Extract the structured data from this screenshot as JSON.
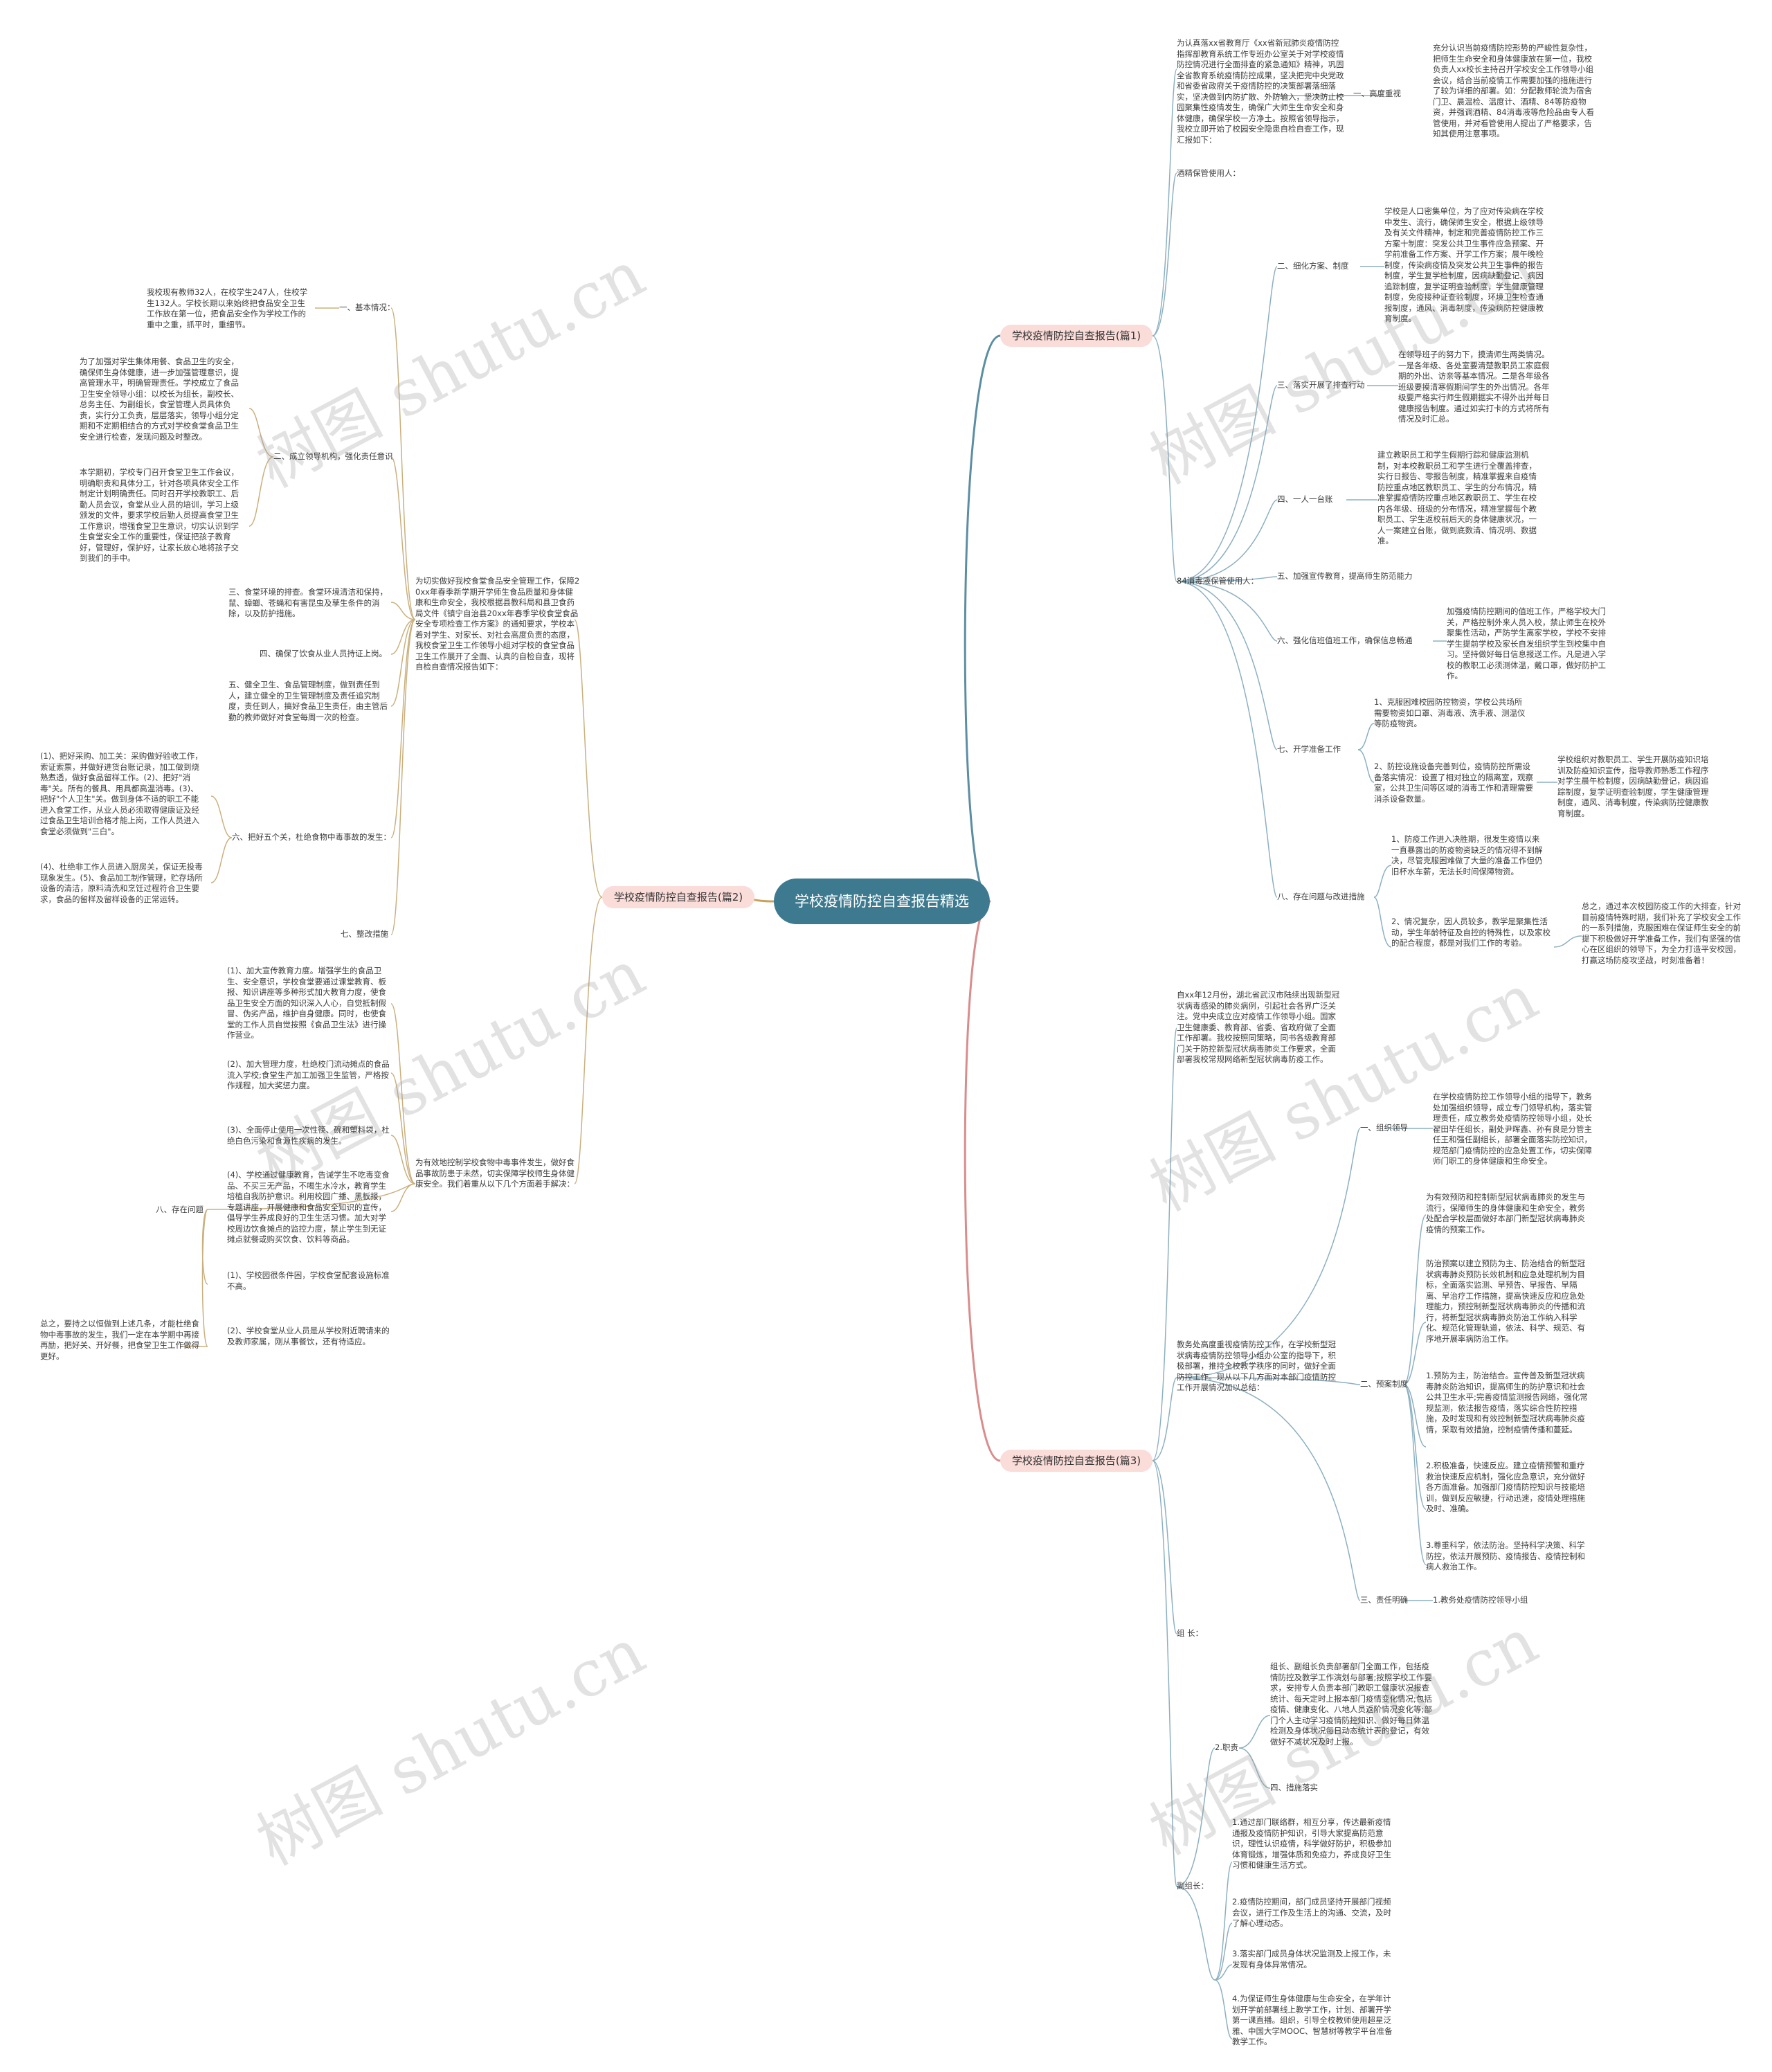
{
  "root": "学校疫情防控自查报告精选",
  "watermark": "树图 shutu.cn",
  "branches": {
    "b1": "学校疫情防控自查报告(篇1)",
    "b2": "学校疫情防控自查报告(篇2)",
    "b3": "学校疫情防控自查报告(篇3)"
  },
  "r1": {
    "intro": "为认真落xx省教育厅《xx省新冠肺炎疫情防控指挥部教育系统工作专班办公室关于对学校疫情防控情况进行全面排查的紧急通知》精神，巩固全省教育系统疫情防控成果，坚决把完中央党政和省委省政府关于疫情防控的决策部署落细落实，坚决做到内防扩散、外防输入，坚决防止校园聚集性疫情发生，确保广大师生生命安全和身体健康，确保学校一方净土。按照省领导指示，我校立即开始了校园安全隐患自检自查工作，现汇报如下：",
    "s1_label": "一、高度重视",
    "s1_text": "充分认识当前疫情防控形势的严峻性复杂性，把师生生命安全和身体健康放在第一位，我校负责人xx校长主持召开学校安全工作领导小组会议，结合当前疫情工作需要加强的措施进行了较为详细的部署。如：分配教师轮流为宿舍门卫、晨温检、温度计、酒精、84等防疫物资，并强调酒精、84消毒液等危险品由专人看管使用，并对看管使用人提出了严格要求，告知其使用注意事项。",
    "alcohol": "酒精保管使用人：",
    "s2_label": "二、细化方案、制度",
    "s2_text": "学校是人口密集单位，为了应对传染病在学校中发生、流行，确保师生安全，根据上级领导及有关文件精神，制定和完善疫情防控工作三方案十制度：突发公共卫生事件应急预案、开学前准备工作方案、开学工作方案；晨午晚检制度，传染病疫情及突发公共卫生事件的报告制度，学生复学检制度，因病缺勤登记、病因追踪制度，复学证明查验制度，学生健康管理制度，免疫接种证查验制度，环境卫生检查通报制度，通风、消毒制度，传染病防控健康教育制度。",
    "s3_label": "三、落实开展了排查行动",
    "s3_text": "在领导班子的努力下，摸清师生两类情况。一是各年级、各处室要清楚教职员工家庭假期的外出、访亲等基本情况。二是各年级各班级要摸清寒假期间学生的外出情况。各年级要严格实行师生假期据实不得外出并每日健康报告制度。通过如实打卡的方式将所有情况及时汇总。",
    "disinfect": "84消毒液保管使用人：",
    "s4_label": "四、一人一台账",
    "s4_text": "建立教职员工和学生假期行踪和健康监测机制，对本校教职员工和学生进行全覆盖排查，实行日报告、零报告制度，精准掌握来自疫情防控重点地区教职员工、学生的分布情况，精准掌握疫情防控重点地区教职员工、学生在校内各年级、班级的分布情况，精准掌握每个教职员工、学生返校前后天的身体健康状况，一人一案建立台账，做到底数清、情况明、数据准。",
    "s5_label": "五、加强宣传教育，提高师生防范能力",
    "s6_label": "六、强化信班值班工作，确保信息畅通",
    "s6_text": "加强疫情防控期间的值班工作，严格学校大门关，严格控制外来人员入校，禁止师生在校外聚集性活动，严防学生离家学校，学校不安排学生提前学校及家长自发组织学生到校集中自习。坚持做好每日信息报送工作。凡是进入学校的教职工必须测体温，戴口罩，做好防护工作。",
    "s7_label": "七、开学准备工作",
    "s7_t1": "1、克服困难校园防控物资，学校公共场所需要物资如口罩、消毒液、洗手液、测温仪等防疫物资。",
    "s7_t2": "2、防控设施设备完善到位，疫情防控所需设备落实情况：设置了相对独立的隔离室，观察室，公共卫生间等区域的消毒工作和清理需要消杀设备数量。",
    "s7_t3": "学校组织对教职员工、学生开展防疫知识培训及防疫知识宣传，指导教师熟悉工作程序对学生晨午检制度，因病缺勤登记，病因追踪制度，复学证明查验制度，学生健康管理制度，通风、消毒制度，传染病防控健康教育制度。",
    "s8_label": "八、存在问题与改进措施",
    "s8_t1": "1、防疫工作进入决胜期，很发生疫情以来一直暴露出的防疫物资缺乏的情况得不到解决，尽管克服困难做了大量的准备工作但仍旧杯水车薪，无法长时间保障物资。",
    "s8_t2": "2、情况复杂，因人员较多，教学是聚集性活动，学生年龄特征及自控的特殊性，以及家校的配合程度，都是对我们工作的考验。",
    "s8_t3": "总之，通过本次校园防疫工作的大排查，针对目前疫情特殊时期，我们补充了学校安全工作的一系列措施，克服困难在保证师生安全的前提下积极做好开学准备工作，我们有坚强的信心在区组织的领导下，为全力打造平安校园，打赢这场防疫攻坚战，时刻准备着！"
  },
  "r2": {
    "intro": "为切实做好我校食堂食品安全管理工作，保障20xx年春季新学期开学师生食品质量和身体健康和生命安全，我校根据县教科局和县卫食药局文件《镇宁自治县20xx年春季学校食堂食品安全专项检查工作方案》的通知要求，学校本着对学生、对家长、对社会高度负责的态度，我校食堂卫生工作领导小组对学校的食堂食品卫生工作展开了全面、认真的自检自查，现将自检自查情况报告如下：",
    "c1_label": "一、基本情况：",
    "c1_text": "我校现有教师32人，在校学生247人，住校学生132人。学校长期以来始终把食品安全卫生工作放在第一位，把食品安全作为学校工作的重中之重，抓平时，重细节。",
    "c2_label": "二、成立领导机构，强化责任意识",
    "c2_t1": "为了加强对学生集体用餐、食品卫生的安全，确保师生身体健康，进一步加强管理意识，提高管理水平，明确管理责任。学校成立了食品卫生安全领导小组：以校长为组长，副校长、总务主任、为副组长，食堂管理人员具体负责，实行分工负责，层层落实，领导小组分定期和不定期相结合的方式对学校食堂食品卫生安全进行检查，发现问题及时整改。",
    "c2_t2": "本学期初，学校专门召开食堂卫生工作会议，明确职责和具体分工，针对各项具体安全工作制定计划明确责任。同时召开学校教职工、后勤人员会议，食堂从业人员的培训，学习上级颁发的文件，要求学校后勤人员提高食堂卫生工作意识，增强食堂卫生意识，切实认识到学生食堂安全工作的重要性，保证把孩子教育好，管理好，保护好，让家长放心地将孩子交到我们的手中。",
    "c3_text": "三、食堂环境的排查。食堂环境清洁和保持，鼠、蟑螂、苍蝇和有害昆虫及孳生条件的消除，以及防护措施。",
    "c4_text": "四、确保了饮食从业人员持证上岗。",
    "c5_text": "五、健全卫生、食品管理制度，做到责任到人，建立健全的卫生管理制度及责任追究制度，责任到人，搞好食品卫生责任，由主管后勤的教师做好对食堂每周一次的检查。",
    "c6_t1": "(1)、把好采购、加工关：采购做好验收工作，索证索票，并做好进货台账记录，加工做到烧熟煮透，做好食品留样工作。(2)、把好\"消毒\"关。所有的餐具、用具都高温消毒。(3)、把好\"个人卫生\"关。做到身体不适的职工不能进入食堂工作，从业人员必须取得健康证及经过食品卫生培训合格才能上岗，工作人员进入食堂必须做到\"三白\"。",
    "c6_label": "六、把好五个关，杜绝食物中毒事故的发生：",
    "c6_t2": "(4)、杜绝非工作人员进入厨房关，保证无投毒现象发生。(5)、食品加工制作管理，贮存场所设备的清洁，原料清洗和烹饪过程符合卫生要求，食品的留样及留样设备的正常运转。",
    "c7_label": "七、整改措施",
    "intro2": "为有效地控制学校食物中毒事件发生，做好食品事故防患于未然，切实保障学校师生身体健康安全。我们着重从以下几个方面着手解决：",
    "c8_t1": "(1)、加大宣传教育力度。增强学生的食品卫生、安全意识，学校食堂要通过课堂教育、板报、知识讲座等多种形式加大教育力度，使食品卫生安全方面的知识深入人心，自觉抵制假冒、伪劣产品，维护自身健康。同时，也使食堂的工作人员自觉按照《食品卫生法》进行操作营业。",
    "c8_t2": "(2)、加大管理力度，杜绝校门流动摊点的食品流入学校;食堂生产加工加强卫生监管，严格按作规程，加大奖惩力度。",
    "c8_t3": "(3)、全面停止使用一次性筷、碗和塑料袋，杜绝白色污染和食源性疾病的发生。",
    "c8_t4": "(4)、学校通过健康教育，告诫学生不吃毒变食品、不买三无产品，不喝生水冷水，教育学生培植自我防护意识。利用校园广播、黑板报，专题讲座，开展健康和食品安全知识的宣传，倡导学生养成良好的卫生生活习惯。加大对学校周边饮食摊点的监控力度，禁止学生到无证摊点就餐或购买饮食、饮料等商品。",
    "c8_label": "八、存在问题",
    "c8_t5": "(1)、学校园很条件困，学校食堂配套设施标准不高。",
    "c8_t6": "(2)、学校食堂从业人员是从学校附近聘请来的及教师家属，刚从事餐饮，还有待适应。",
    "c8_t7": "总之，要持之以恒做到上述几条，才能杜绝食物中毒事故的发生，我们一定在本学期中再接再励，把好关、开好餐，把食堂卫生工作做得更好。"
  },
  "r3": {
    "intro": "自xx年12月份，湖北省武汉市陆续出现新型冠状病毒感染的肺炎病例，引起社会各界广泛关注。党中央成立应对疫情工作领导小组。国家卫生健康委、教育部、省委、省政府做了全面工作部署。我校按照同策略，同书各级教育部门关于防控新型冠状病毒肺炎工作要求，全面部署我校常规网络新型冠状病毒防疫工作。",
    "intro2": "教务处高度重视疫情防控工作，在学校新型冠状病毒疫情防控领导小组办公室的指导下，积极部署，推持全校教学秩序的同时，做好全面防控工作。现从以下几方面对本部门疫情防控工作开展情况加以总结：",
    "o1_label": "一、组织领导",
    "o1_text": "在学校疫情防控工作领导小组的指导下，教务处加强组织领导，成立专门领导机构，落实管理责任，成立教务处疫情防控领导小组，处长翟田毕任组长，副处尹晖鑫、孙有良是分管主任王和强任副组长，部署全面落实防控知识，规范部门疫情防控的应急处置工作，切实保障师门职工的身体健康和生命安全。",
    "o2_label": "二、预案制度",
    "o2_t1": "为有效预防和控制新型冠状病毒肺炎的发生与流行，保障师生的身体健康和生命安全，教务处配合学校层面做好本部门新型冠状病毒肺炎疫情的预案工作。",
    "o2_t2": "防治预案以建立预防为主、防治结合的新型冠状病毒肺炎预防长效机制和应急处理机制为目标，全面落实监测、早预告、早报告、早隔离、早治疗工作措施，提高快速反应和应急处理能力，预控制新型冠状病毒肺炎的传播和流行，将新型冠状病毒肺炎防治工作纳入科学化、规范化管理轨道，依法、科学、规范、有序地开展率病防治工作。",
    "o2_t3": "1.预防为主，防治结合。宣传普及新型冠状病毒肺炎防治知识，提高师生的防护意识和社会公共卫生水平;完善疫情监测报告网络，强化常规监测，依法报告疫情，落实综合性防控措施，及时发现和有效控制新型冠状病毒肺炎疫情，采取有效措施，控制疫情传播和蔓延。",
    "o2_t4": "2.积极准备，快速反应。建立疫情预警和重疗救治快速反应机制，强化应急意识，充分做好各方面准备。加强部门疫情防控知识与技能培训，做到反应敏捷，行动迅速，疫情处理措施及时、准确。",
    "o2_t5": "3.尊重科学，依法防治。坚持科学决策、科学防控，依法开展预防、疫情报告、疫情控制和病人救治工作。",
    "o3_label": "三、责任明确",
    "o3_text": "1.教务处疫情防控领导小组",
    "leader": "组 长：",
    "duty_label": "2.职责",
    "duty_text": "组长、副组长负责部署部门全面工作，包括疫情防控及教学工作演划与部署;按照学校工作要求，安排专人负责本部门教职工健康状况报查统计、每天定时上报本部门疫情变化情况;包括疫情、健康变化、八地人员返阶情况变化等;部门个人主动学习疫情防控知识、做好每日体温检测及身体状况每日动态统计表的登记，有效做好不减状况及时上报。",
    "m4_label": "四、措施落实",
    "vice": "副组长：",
    "m_t1": "1.通过部门联络群，相互分享，传达最新疫情通报及疫情防护知识，引导大家提高防范意识，理性认识疫情，科学做好防护，积极参加体育锻炼，增强体质和免疫力，养成良好卫生习惯和健康生活方式。",
    "m_t2": "2.疫情防控期间，部门成员坚持开展部门视频会议，进行工作及生活上的沟通、交流，及时了解心理动态。",
    "m_t3": "3.落实部门成员身体状况监测及上报工作，未发现有身体异常情况。",
    "m_t4": "4.为保证师生身体健康与生命安全，在学年计划开学前部署线上教学工作，计划、部署开学第一课直播。组织，引导全校教师使用超星泛雅、中国大学MOOC、智慧树等教学平台准备教学工作。"
  }
}
